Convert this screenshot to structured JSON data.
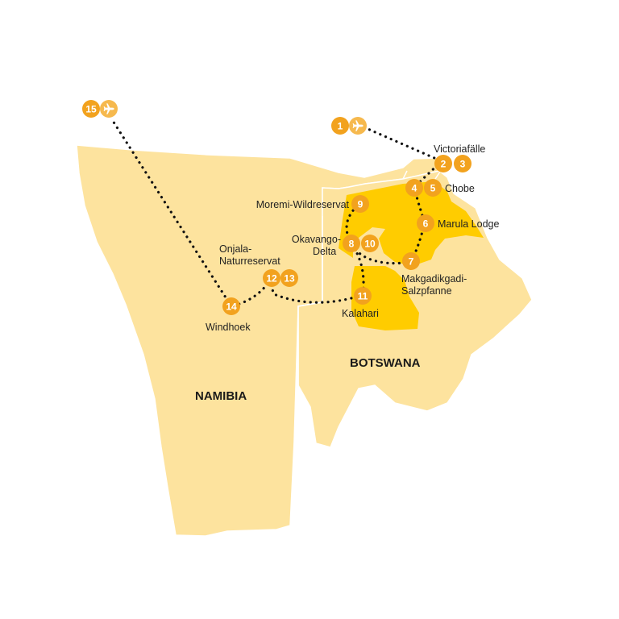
{
  "colors": {
    "land": "#FDE39E",
    "highlight": "#FFCC00",
    "marker": "#F2A21E",
    "marker_light": "#F6B94E",
    "route": "#111111",
    "border": "#FFFFFF",
    "text": "#222222"
  },
  "countries": {
    "namibia": "NAMIBIA",
    "botswana": "BOTSWANA"
  },
  "places": {
    "victoria": "Victoriafälle",
    "chobe": "Chobe",
    "marula": "Marula Lodge",
    "moremi": "Moremi-Wildreservat",
    "okavango_1": "Okavango-",
    "okavango_2": "Delta",
    "makgadikgadi_1": "Makgadikgadi-",
    "makgadikgadi_2": "Salzpfanne",
    "onjala_1": "Onjala-",
    "onjala_2": "Naturreservat",
    "windhoek": "Windhoek",
    "kalahari": "Kalahari"
  },
  "stops": {
    "s1": "1",
    "s2": "2",
    "s3": "3",
    "s4": "4",
    "s5": "5",
    "s6": "6",
    "s7": "7",
    "s8": "8",
    "s9": "9",
    "s10": "10",
    "s11": "11",
    "s12": "12",
    "s13": "13",
    "s14": "14",
    "s15": "15"
  },
  "icons": {
    "arrival": "airplane-icon",
    "departure": "airplane-icon"
  }
}
